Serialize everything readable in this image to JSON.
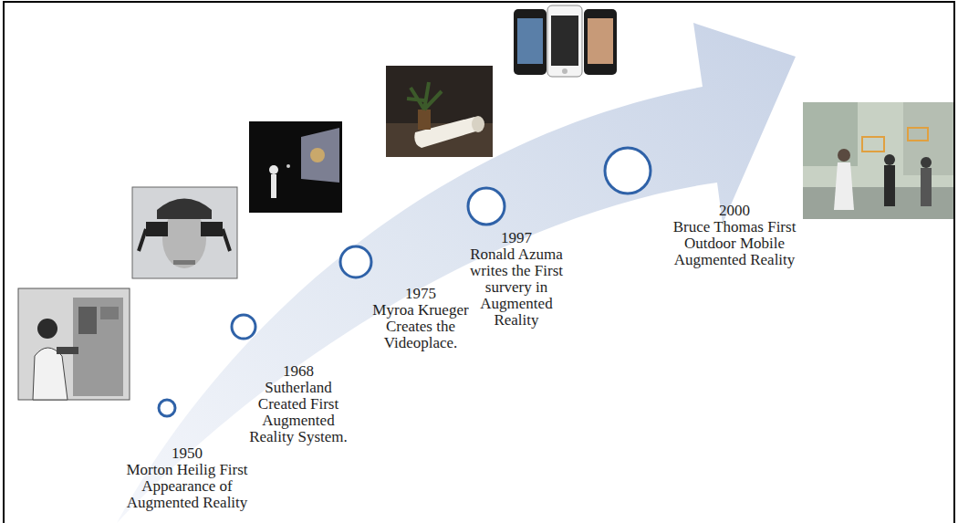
{
  "diagram": {
    "labels": [
      "1950",
      "Morton Heilig First Appearance of Augmented Reality",
      "1968",
      "Sutherland Created First Augmented Reality System.",
      "1975",
      "Myroa Krueger Creates the Videoplace.",
      "1997",
      "Ronald Azuma writes the First survery in Augmented Reality",
      "2000",
      "Bruce Thomas First Outdoor Mobile Augmented Reality"
    ]
  }
}
